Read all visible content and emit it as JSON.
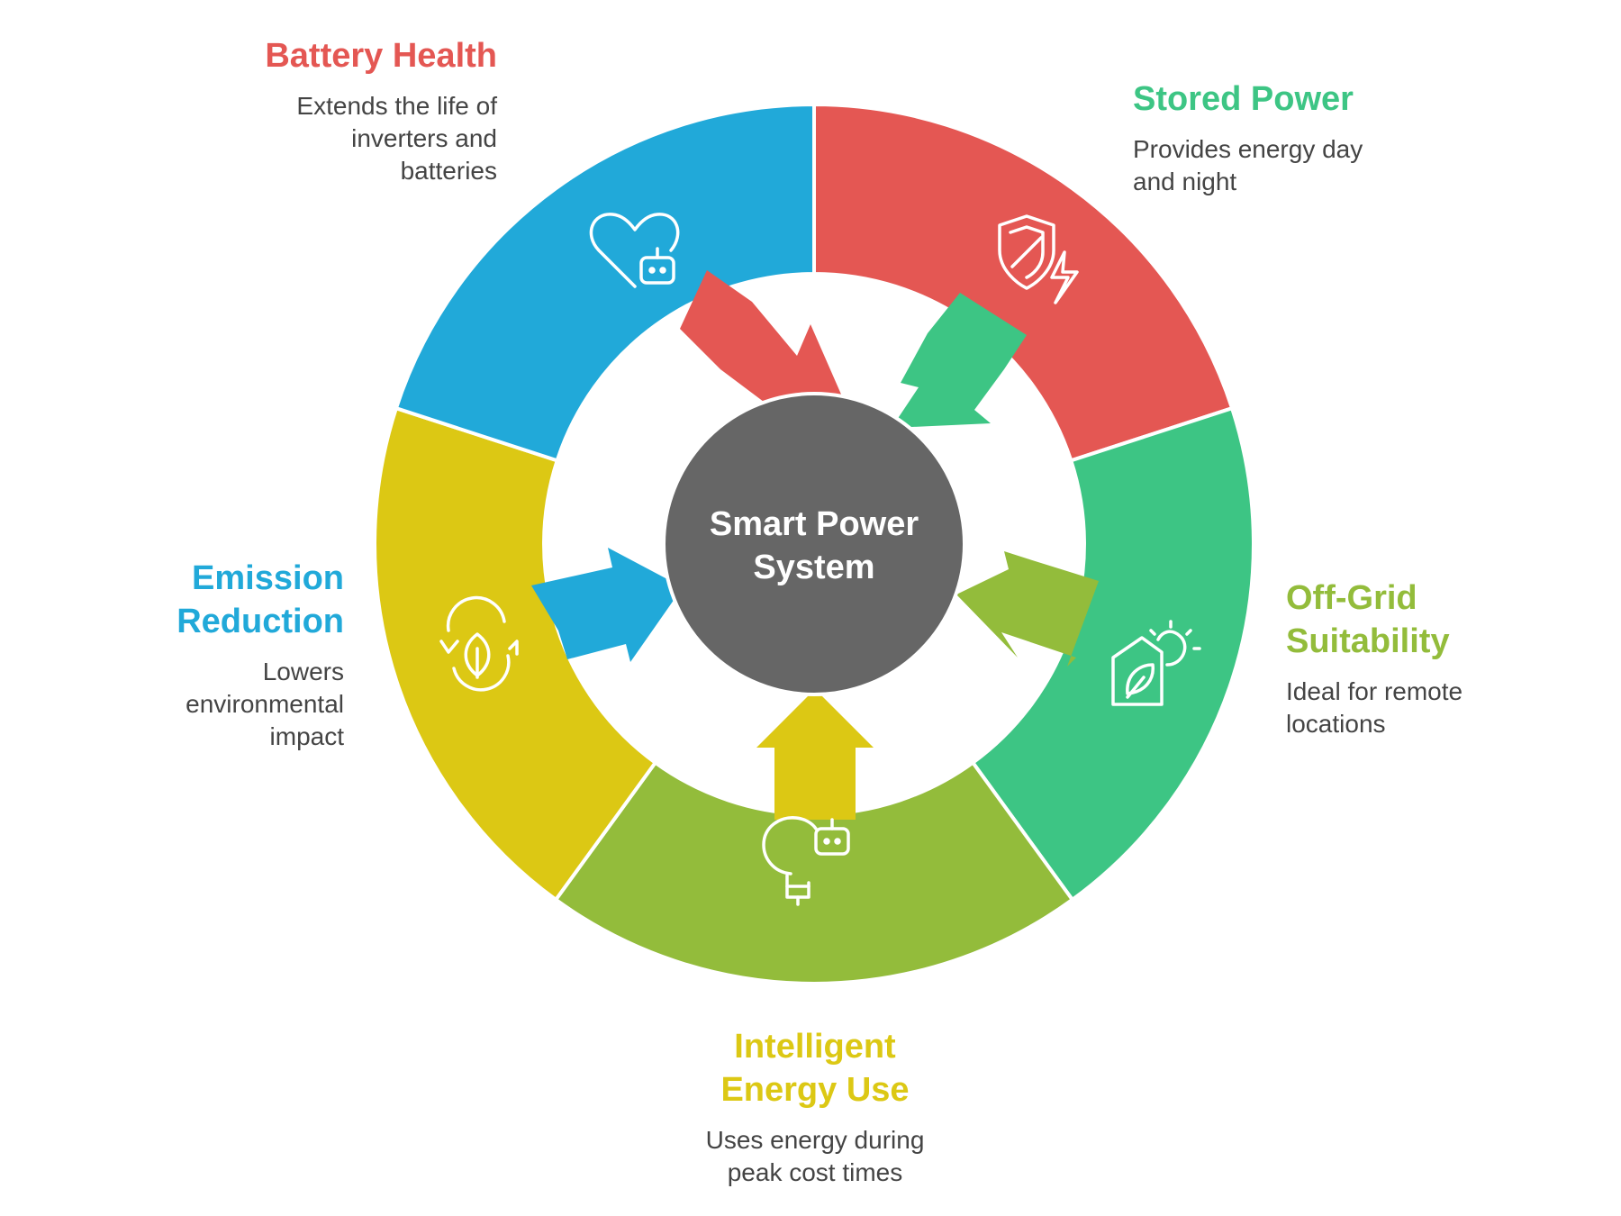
{
  "center": {
    "line1": "Smart Power",
    "line2": "System",
    "color": "#666666"
  },
  "segments": [
    {
      "key": "battery",
      "title": "Battery Health",
      "description": "Extends the life of inverters and batteries",
      "desc_lines": [
        "Extends the life of",
        "inverters and",
        "batteries"
      ],
      "color": "#E45753",
      "icon": "heart-robot-icon"
    },
    {
      "key": "stored",
      "title": "Stored Power",
      "description": "Provides energy day and night",
      "desc_lines": [
        "Provides energy day",
        "and night"
      ],
      "color": "#3DC584",
      "icon": "shield-lightning-icon"
    },
    {
      "key": "offgrid",
      "title": "Off-Grid Suitability",
      "title_lines": [
        "Off-Grid",
        "Suitability"
      ],
      "description": "Ideal for remote locations",
      "desc_lines": [
        "Ideal for remote",
        "locations"
      ],
      "color": "#93BC3B",
      "icon": "house-sun-leaf-icon"
    },
    {
      "key": "intelligent",
      "title": "Intelligent Energy Use",
      "title_lines": [
        "Intelligent",
        "Energy Use"
      ],
      "description": "Uses energy during peak cost times",
      "desc_lines": [
        "Uses energy during",
        "peak cost times"
      ],
      "color": "#DCC814",
      "icon": "lightbulb-robot-icon"
    },
    {
      "key": "emission",
      "title": "Emission Reduction",
      "title_lines": [
        "Emission",
        "Reduction"
      ],
      "description": "Lowers environmental impact",
      "desc_lines": [
        "Lowers",
        "environmental",
        "impact"
      ],
      "color": "#21A9D9",
      "icon": "leaf-cycle-icon"
    }
  ]
}
